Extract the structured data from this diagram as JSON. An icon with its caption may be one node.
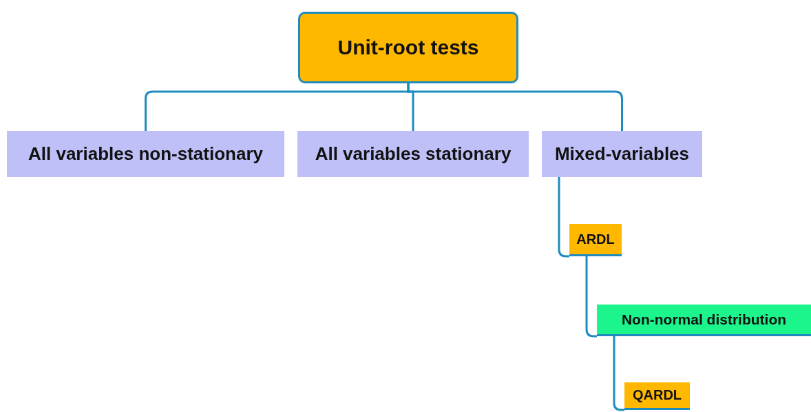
{
  "diagram": {
    "nodes": [
      {
        "text": [
          "Unit-root tests"
        ]
      },
      {
        "text": [
          "All variables non-stationary"
        ]
      },
      {
        "text": [
          "All variables stationary"
        ]
      },
      {
        "text": [
          "Mixed-variables"
        ]
      },
      {
        "text": [
          "ARDL"
        ]
      },
      {
        "text": [
          "Non-normal distribution"
        ]
      },
      {
        "text": [
          "QARDL"
        ]
      }
    ],
    "edges": [
      {
        "from": 0,
        "to": 1,
        "arrow": "none"
      },
      {
        "from": 0,
        "to": 2,
        "arrow": "none"
      },
      {
        "from": 0,
        "to": 3,
        "arrow": "none"
      },
      {
        "from": 3,
        "to": 4,
        "arrow": "none"
      },
      {
        "from": 4,
        "to": 5,
        "arrow": "none"
      },
      {
        "from": 5,
        "to": 6,
        "arrow": "none"
      }
    ]
  }
}
